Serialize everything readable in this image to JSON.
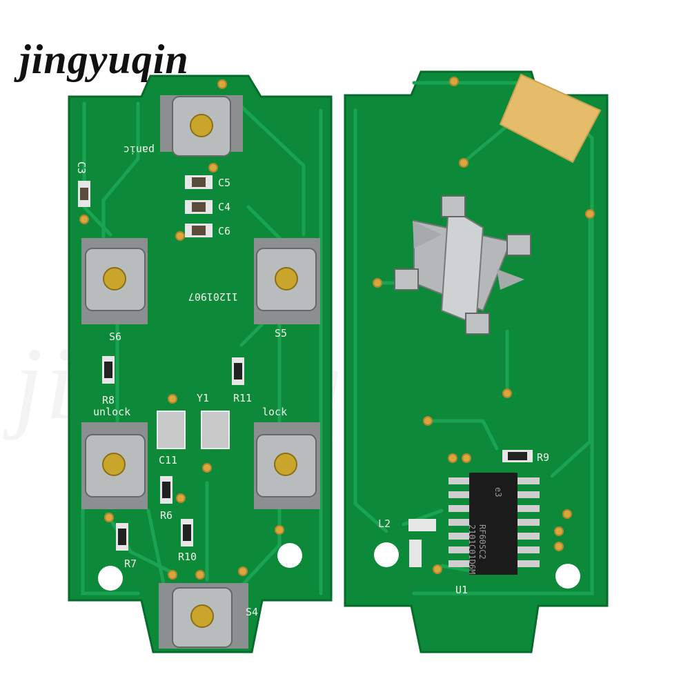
{
  "brand": "jingyuqin",
  "watermark": "jingyuqin",
  "colors": {
    "pcb": "#0c8a3a",
    "trace": "#1aa352",
    "edge": "#076b2b",
    "pad": "#d9a63f",
    "chip": "#1b1b1b"
  },
  "front_board": {
    "labels": {
      "panic": "panic",
      "c3": "C3",
      "c5": "C5",
      "c4": "C4",
      "c6": "C6",
      "code": "11201907",
      "s6": "S6",
      "s5": "S5",
      "r8": "R8",
      "r11": "R11",
      "y1": "Y1",
      "unlock": "unlock",
      "lock": "lock",
      "c11": "C11",
      "r6": "R6",
      "r10": "R10",
      "r7": "R7",
      "s4": "S4"
    }
  },
  "back_board": {
    "labels": {
      "r9": "R9",
      "l2": "L2",
      "u1": "U1"
    },
    "chip": {
      "line1": "RF60SC2",
      "line2": "2101C01D6M",
      "logo": "e3"
    }
  }
}
